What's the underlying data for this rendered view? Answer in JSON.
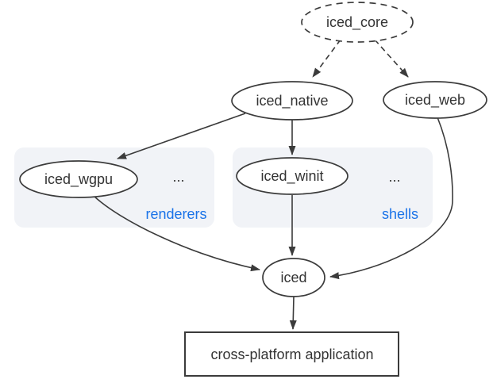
{
  "diagram": {
    "nodes": {
      "iced_core": {
        "label": "iced_core",
        "shape": "ellipse",
        "border": "dashed"
      },
      "iced_native": {
        "label": "iced_native",
        "shape": "ellipse",
        "border": "solid"
      },
      "iced_web": {
        "label": "iced_web",
        "shape": "ellipse",
        "border": "solid"
      },
      "iced_wgpu": {
        "label": "iced_wgpu",
        "shape": "ellipse",
        "border": "solid",
        "group": "renderers"
      },
      "iced_winit": {
        "label": "iced_winit",
        "shape": "ellipse",
        "border": "solid",
        "group": "shells"
      },
      "iced": {
        "label": "iced",
        "shape": "ellipse",
        "border": "solid"
      },
      "app": {
        "label": "cross-platform application",
        "shape": "rect",
        "border": "solid"
      }
    },
    "groups": {
      "renderers": {
        "label": "renderers",
        "ellipsis": "..."
      },
      "shells": {
        "label": "shells",
        "ellipsis": "..."
      }
    },
    "edges": [
      {
        "from": "iced_core",
        "to": "iced_native",
        "style": "dashed"
      },
      {
        "from": "iced_core",
        "to": "iced_web",
        "style": "dashed"
      },
      {
        "from": "iced_native",
        "to": "iced_wgpu",
        "style": "solid"
      },
      {
        "from": "iced_native",
        "to": "iced_winit",
        "style": "solid"
      },
      {
        "from": "iced_wgpu",
        "to": "iced",
        "style": "solid"
      },
      {
        "from": "iced_winit",
        "to": "iced",
        "style": "solid"
      },
      {
        "from": "iced_web",
        "to": "iced",
        "style": "solid"
      },
      {
        "from": "iced",
        "to": "app",
        "style": "solid"
      }
    ],
    "colors": {
      "stroke": "#3b3b3b",
      "text": "#333333",
      "group_fill": "#f1f3f7",
      "group_label": "#1a73e8",
      "background": "#ffffff"
    }
  }
}
